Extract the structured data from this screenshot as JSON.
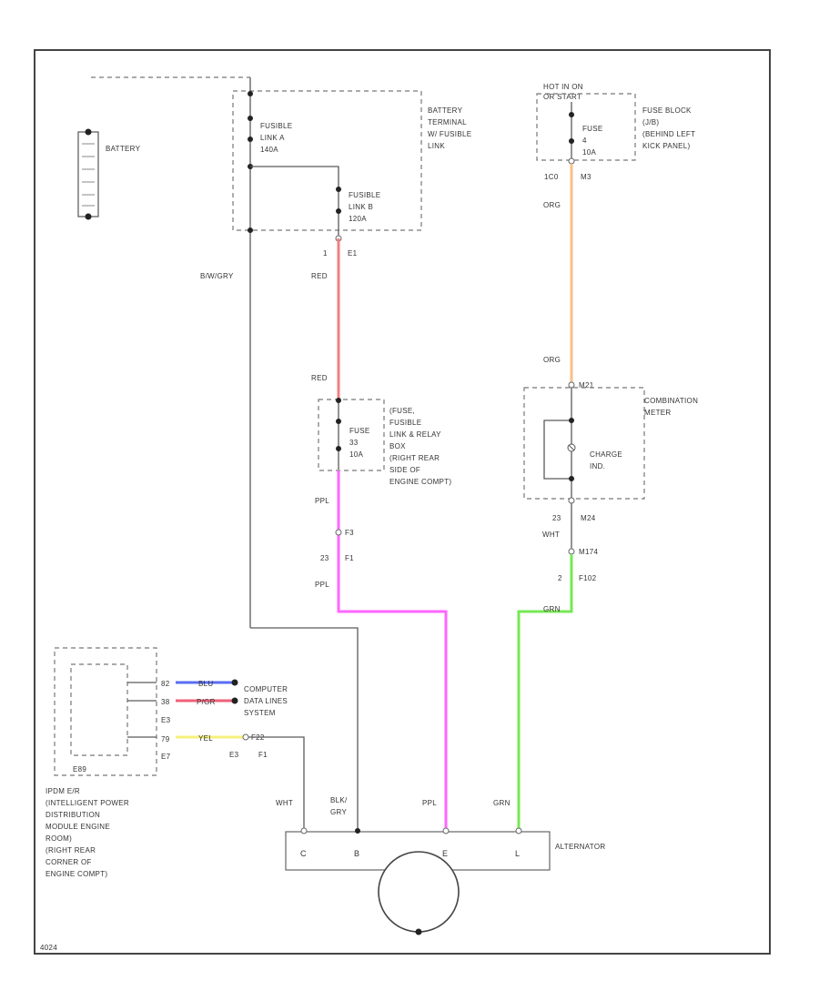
{
  "diagram_code": "4024",
  "colors": {
    "red_wire": "#f08080",
    "orange_wire": "#f7c08a",
    "pink_wire": "#ff66ff",
    "green_wire": "#77e855",
    "blue_wire": "#5a6cf2",
    "red2_wire": "#f0607a",
    "yellow_wire": "#f5f07a",
    "gray_wire": "#5a5a5a"
  },
  "battery": {
    "label": "BATTERY"
  },
  "battery_terminal": {
    "label_lines": [
      "BATTERY",
      "TERMINAL",
      "W/ FUSIBLE",
      "LINK"
    ],
    "fusible_a_lines": [
      "FUSIBLE",
      "LINK A",
      "140A"
    ],
    "fusible_b_lines": [
      "FUSIBLE",
      "LINK B",
      "120A"
    ],
    "pin_left": "1",
    "pin_right": "E1"
  },
  "fuse_block": {
    "hot_lines": [
      "HOT IN ON",
      "OR START"
    ],
    "fuse_lines": [
      "FUSE",
      "4",
      "10A"
    ],
    "label_lines": [
      "FUSE BLOCK",
      "(J/B)",
      "(BEHIND LEFT",
      "KICK PANEL)"
    ],
    "pin_left": "1C0",
    "pin_right": "M3"
  },
  "relay_box": {
    "fuse_lines": [
      "FUSE",
      "33",
      "10A"
    ],
    "label_lines": [
      "(FUSE,",
      "FUSIBLE",
      "LINK & RELAY",
      "BOX",
      "(RIGHT REAR",
      "SIDE OF",
      "ENGINE COMPT)"
    ],
    "conn_top": "F3",
    "pin_left": "23",
    "pin_right": "F1"
  },
  "combination_meter": {
    "label_lines": [
      "COMBINATION",
      "METER"
    ],
    "charge_lines": [
      "CHARGE",
      "IND."
    ],
    "conn_top": "M21",
    "pin_left": "23",
    "pin_right": "M24",
    "conn_lower": "M174",
    "pin_lower_left": "2",
    "pin_lower_right": "F102"
  },
  "ipdm": {
    "box_code": "E89",
    "label_lines": [
      "IPDM E/R",
      "(INTELLIGENT POWER",
      "DISTRIBUTION",
      "MODULE ENGINE",
      "ROOM)",
      "(RIGHT REAR",
      "CORNER OF",
      "ENGINE COMPT)"
    ],
    "pins": [
      "82",
      "38",
      "79"
    ],
    "wire_labels": [
      "BLU",
      "P/GR",
      "YEL"
    ],
    "e_codes_top": "E3",
    "e_code_bottom": "E7",
    "conn_e3": "E3",
    "conn_f1": "F1",
    "conn_pin": "F22",
    "data_lines": [
      "COMPUTER",
      "DATA LINES",
      "SYSTEM"
    ]
  },
  "wires": {
    "bw_gry": "B/W/GRY",
    "red_1": "RED",
    "red_2": "RED",
    "pnl_1": "PPL",
    "pnl_2": "PPL",
    "pnl_3": "PPL",
    "org_1": "ORG",
    "org_2": "ORG",
    "wht_1": "WHT",
    "wht_2": "WHT",
    "grn_1": "GRN",
    "grn_2": "GRN",
    "blk_gry_lines": [
      "BLK/",
      "GRY"
    ]
  },
  "alternator": {
    "label": "ALTERNATOR",
    "terminals": [
      "C",
      "B",
      "E",
      "L"
    ]
  }
}
